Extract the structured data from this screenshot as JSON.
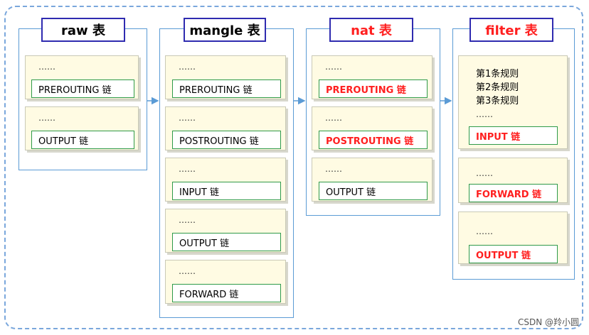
{
  "tables": [
    {
      "name": "raw 表",
      "chains": [
        {
          "dots": "……",
          "label": "PREROUTING 链"
        },
        {
          "dots": "……",
          "label": "OUTPUT 链"
        }
      ]
    },
    {
      "name": "mangle 表",
      "chains": [
        {
          "dots": "……",
          "label": "PREROUTING 链"
        },
        {
          "dots": "……",
          "label": "POSTROUTING 链"
        },
        {
          "dots": "……",
          "label": "INPUT 链"
        },
        {
          "dots": "……",
          "label": "OUTPUT 链"
        },
        {
          "dots": "……",
          "label": "FORWARD 链"
        }
      ]
    },
    {
      "name": "nat 表",
      "chains": [
        {
          "dots": "……",
          "label": "PREROUTING 链"
        },
        {
          "dots": "……",
          "label": "POSTROUTING 链"
        },
        {
          "dots": "……",
          "label": "OUTPUT 链"
        }
      ]
    },
    {
      "name": "filter 表",
      "rules": [
        "第1条规则",
        "第2条规则",
        "第3条规则",
        "……"
      ],
      "chains": [
        {
          "label": "INPUT 链"
        },
        {
          "dots": "……",
          "label": "FORWARD 链"
        },
        {
          "dots": "……",
          "label": "OUTPUT 链"
        }
      ]
    }
  ],
  "watermark": "CSDN @羚小圆",
  "colors": {
    "title_border": "#2f2bb0",
    "chain_border": "#2f9a49",
    "highlight_text": "#ff1f1f",
    "dashed_border": "#7aa7dc",
    "arrow": "#5b9bd5"
  }
}
